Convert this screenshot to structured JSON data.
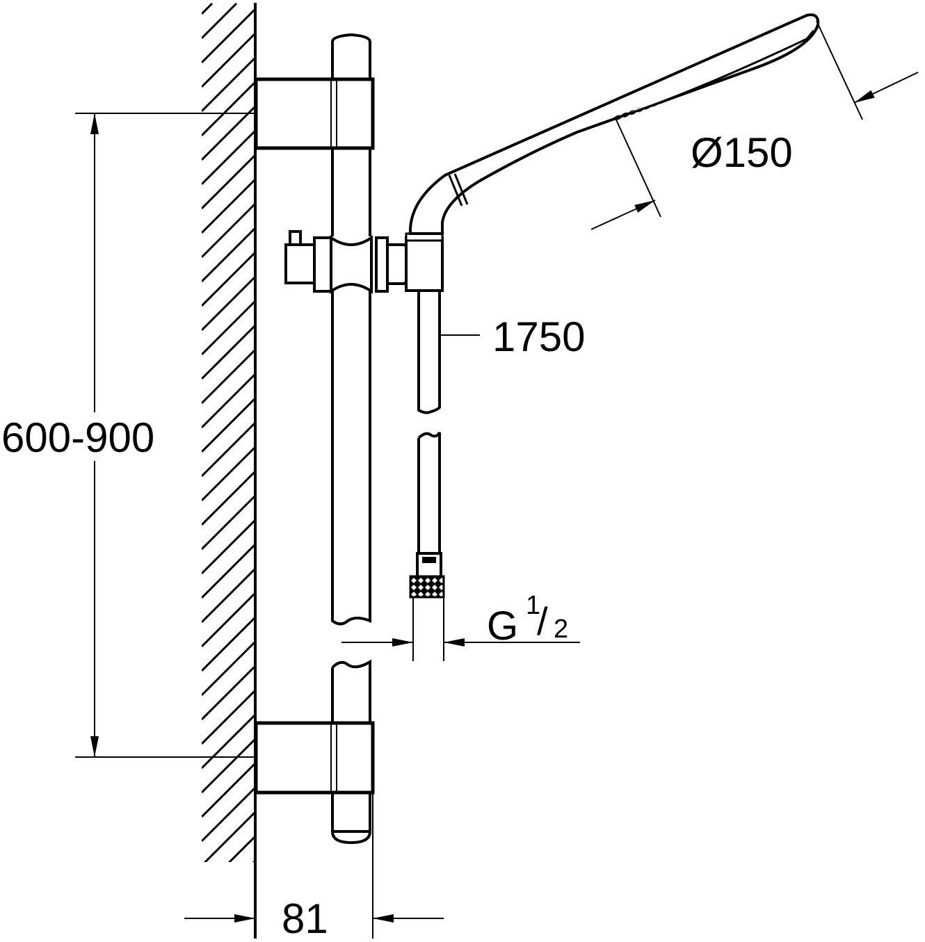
{
  "drawing": {
    "title": "Shower rail set dimension drawing",
    "stroke_color": "#000000",
    "background_color": "#ffffff"
  },
  "dimensions": {
    "rail_bracket_spacing": {
      "label": "600-900",
      "unit": "mm",
      "orientation": "vertical"
    },
    "hose_length": {
      "label": "1750",
      "unit": "mm"
    },
    "hand_shower_diameter": {
      "label": "Ø150",
      "unit": "mm"
    },
    "wall_projection": {
      "label": "81",
      "unit": "mm",
      "orientation": "horizontal"
    },
    "hose_thread": {
      "prefix": "G",
      "numerator": "1",
      "slash": "/",
      "denominator": "2"
    }
  },
  "components": [
    {
      "name": "wall",
      "style": "hatched"
    },
    {
      "name": "upper-wall-bracket"
    },
    {
      "name": "lower-wall-bracket"
    },
    {
      "name": "shower-rail",
      "broken": true
    },
    {
      "name": "sliding-holder"
    },
    {
      "name": "hand-shower"
    },
    {
      "name": "shower-hose",
      "broken": true
    },
    {
      "name": "hose-nut",
      "style": "knurled"
    }
  ]
}
